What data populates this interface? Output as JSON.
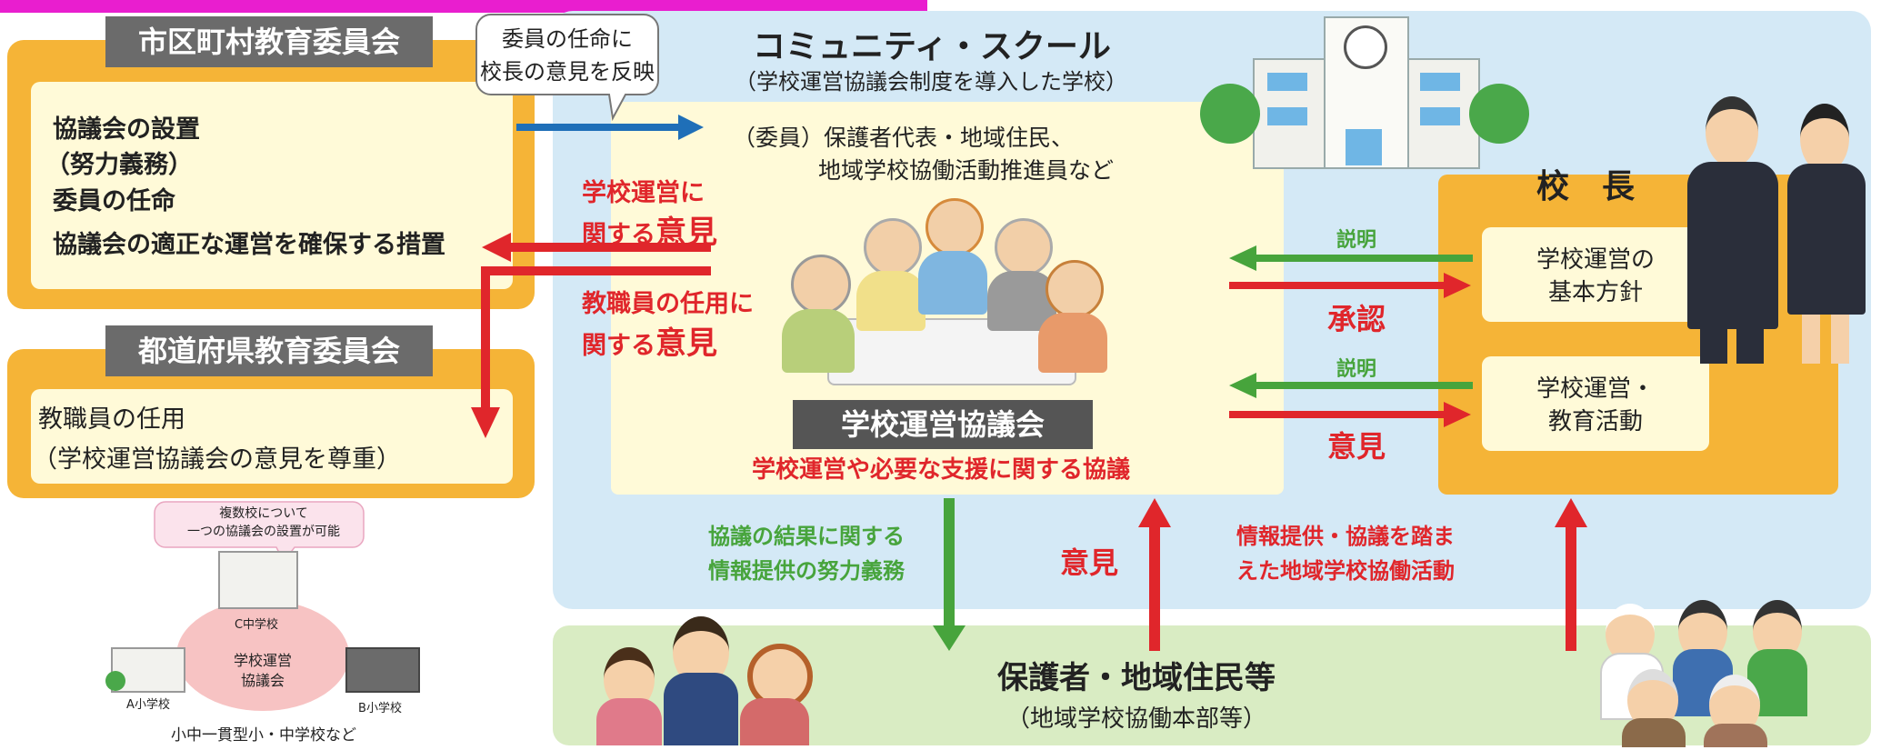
{
  "municipal_board": {
    "title": "市区町村教育委員会",
    "items": [
      "協議会の設置",
      "（努力義務）",
      "委員の任命",
      "協議会の適正な運営を確保する措置"
    ]
  },
  "prefectural_board": {
    "title": "都道府県教育委員会",
    "items": [
      "教職員の任用",
      "（学校運営協議会の意見を尊重）"
    ]
  },
  "callout": {
    "line1": "委員の任命に",
    "line2": "校長の意見を反映"
  },
  "community_school": {
    "title": "コミュニティ・スクール",
    "subtitle": "（学校運営協議会制度を導入した学校）",
    "members_line1": "（委員）保護者代表・地域住民、",
    "members_line2": "地域学校協働活動推進員など"
  },
  "opinions": {
    "school_ops_line1": "学校運営に",
    "school_ops_line2_a": "関する",
    "school_ops_line2_b": "意見",
    "staff_line1": "教職員の任用に",
    "staff_line2_a": "関する",
    "staff_line2_b": "意見"
  },
  "council": {
    "label": "学校運営協議会",
    "caption": "学校運営や必要な支援に関する協議"
  },
  "principal": {
    "title": "校　長",
    "box1_line1": "学校運営の",
    "box1_line2": "基本方針",
    "box2_line1": "学校運営・",
    "box2_line2": "教育活動"
  },
  "arrows": {
    "explain1": "説明",
    "approve": "承認",
    "explain2": "説明",
    "opinion_right": "意見",
    "info_line1": "協議の結果に関する",
    "info_line2": "情報提供の努力義務",
    "opinion_up": "意見",
    "collab_line1": "情報提供・協議を踏ま",
    "collab_line2": "えた地域学校協働活動"
  },
  "community": {
    "label": "保護者・地域住民等",
    "sublabel": "（地域学校協働本部等）"
  },
  "multi_school": {
    "bubble_line1": "複数校について",
    "bubble_line2": "一つの協議会の設置が可能",
    "c_school": "C中学校",
    "a_school": "A小学校",
    "b_school": "B小学校",
    "council_line1": "学校運営",
    "council_line2": "協議会",
    "caption": "小中一貫型小・中学校など"
  },
  "colors": {
    "orange": "#f5b437",
    "blue_bg": "#d4e9f6",
    "green_bg": "#d9ecc3",
    "red": "#e0262b",
    "green": "#47a43c",
    "blue": "#1f6fb8",
    "highlight": "#e91ecf"
  }
}
